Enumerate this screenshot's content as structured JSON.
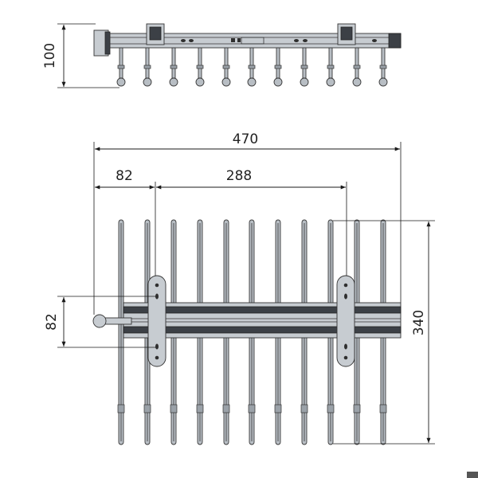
{
  "dimensions": {
    "side_height": "100",
    "overall_width": "470",
    "handle_offset": "82",
    "bracket_spacing": "288",
    "rail_height": "82",
    "depth": "340"
  },
  "colors": {
    "line": "#1a1a1a",
    "metal": "#c7ccd1",
    "rail_dark": "#3c4046",
    "rod": "#b8bec4"
  },
  "icons": {
    "corner_mark": "dark-square"
  }
}
